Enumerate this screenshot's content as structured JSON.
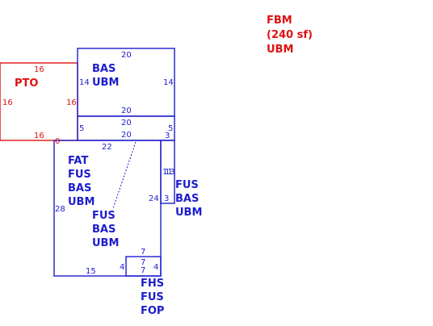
{
  "colors": {
    "structure": "#1c1ccc",
    "porch": "#dd1111"
  },
  "sketch": {
    "fbm": {
      "line1": "FBM",
      "line2": "(240 sf)",
      "line3": "UBM"
    },
    "pto": {
      "label": "PTO",
      "top": "16",
      "left": "16",
      "right": "16",
      "bottom": "16"
    },
    "bas_block": {
      "line1": "BAS",
      "line2": "UBM",
      "top": "20",
      "left": "14",
      "right": "14",
      "bottom": "20"
    },
    "strip": {
      "top": "20",
      "bottom": "20",
      "left": "5",
      "right": "5",
      "right_lower": "3"
    },
    "main": {
      "line1": "FAT",
      "line2": "FUS",
      "line3": "BAS",
      "line4": "UBM",
      "inner_line1": "FUS",
      "inner_line2": "BAS",
      "inner_line3": "UBM",
      "top": "22",
      "left": "28",
      "bottom": "15",
      "right": "24",
      "corner": "0"
    },
    "side": {
      "line1": "FUS",
      "line2": "BAS",
      "line3": "UBM",
      "dim_top": "13",
      "dim_top_overlap": "11",
      "dim_bottom": "3"
    },
    "small": {
      "line1": "FHS",
      "line2": "FUS",
      "line3": "FOP",
      "top": "7",
      "left": "4",
      "right": "4",
      "mid_top": "7",
      "mid_bottom": "7"
    }
  }
}
